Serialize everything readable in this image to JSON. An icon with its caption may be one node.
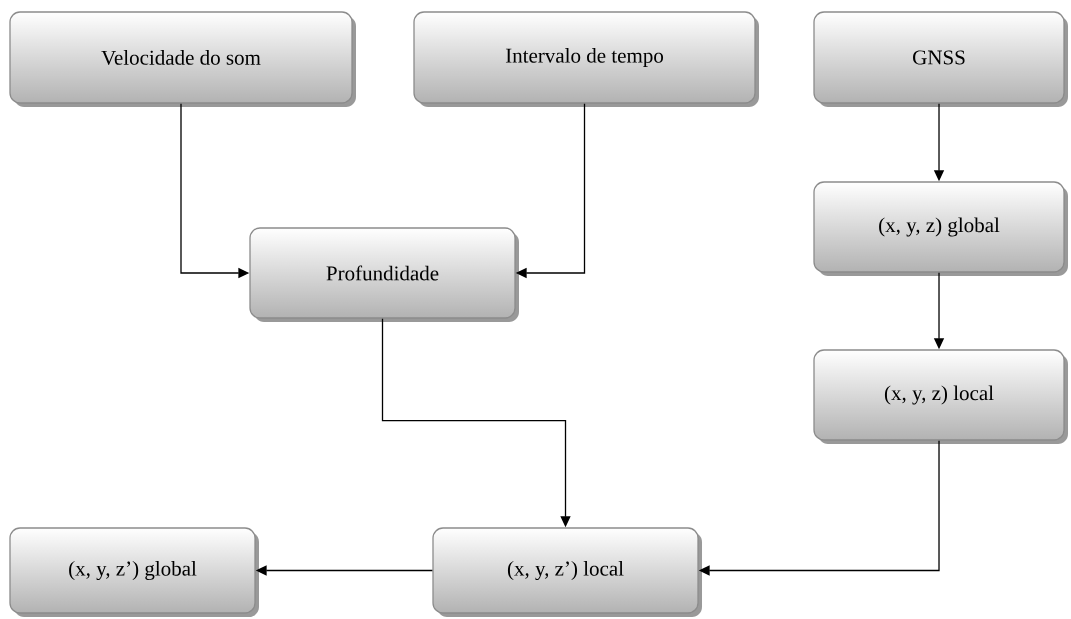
{
  "diagram": {
    "nodes": [
      {
        "text": [
          "Velocidade do som"
        ]
      },
      {
        "text": [
          "Intervalo de tempo"
        ]
      },
      {
        "text": [
          "GNSS"
        ]
      },
      {
        "text": [
          "(x, y, z) global"
        ]
      },
      {
        "text": [
          "Profundidade"
        ]
      },
      {
        "text": [
          "(x, y, z) local"
        ]
      },
      {
        "text": [
          "(x, y, z’) global"
        ]
      },
      {
        "text": [
          "(x, y, z’) local"
        ]
      }
    ],
    "edges": [
      {
        "from": 0,
        "to": 4,
        "arrow": "to"
      },
      {
        "from": 1,
        "to": 4,
        "arrow": "to"
      },
      {
        "from": 2,
        "to": 3,
        "arrow": "to"
      },
      {
        "from": 3,
        "to": 5,
        "arrow": "to"
      },
      {
        "from": 4,
        "to": 7,
        "arrow": "to"
      },
      {
        "from": 5,
        "to": 7,
        "arrow": "to"
      },
      {
        "from": 7,
        "to": 6,
        "arrow": "to"
      }
    ]
  }
}
